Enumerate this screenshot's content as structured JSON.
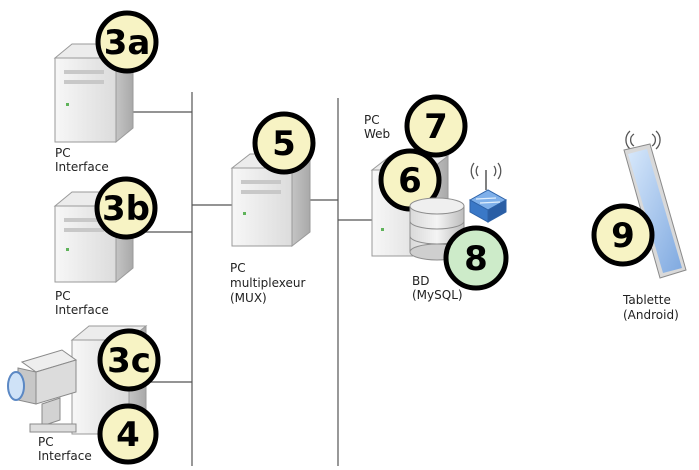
{
  "nodes": {
    "pc_3a": {
      "badge": "3a",
      "label_line1": "PC",
      "label_line2": "Interface"
    },
    "pc_3b": {
      "badge": "3b",
      "label_line1": "PC",
      "label_line2": "Interface"
    },
    "pc_3c": {
      "badge": "3c",
      "badge_extra": "4",
      "label_line1": "PC",
      "label_line2": "Interface"
    },
    "mux": {
      "badge": "5",
      "label_line1": "PC",
      "label_line2": "multiplexeur",
      "label_line3": "(MUX)"
    },
    "web": {
      "badge_top": "7",
      "badge_server": "6",
      "label_line1": "PC",
      "label_line2": "Web"
    },
    "db": {
      "badge": "8",
      "label_line1": "BD",
      "label_line2": "(MySQL)"
    },
    "tablet": {
      "badge": "9",
      "label_line1": "Tablette",
      "label_line2": "(Android)"
    }
  },
  "colors": {
    "badge_fill": "#f7f3c4",
    "badge_fill_db": "#cdebc9",
    "badge_stroke": "#000000",
    "server_body": "#e2e2e2",
    "server_front": "#f2f2f2",
    "server_side": "#cfcfcf",
    "tablet_screen": "#9cc0ea",
    "switch_blue": "#3a78c7"
  },
  "icons": [
    "server-icon",
    "database-icon",
    "wifi-switch-icon",
    "tablet-icon",
    "camera-icon"
  ]
}
